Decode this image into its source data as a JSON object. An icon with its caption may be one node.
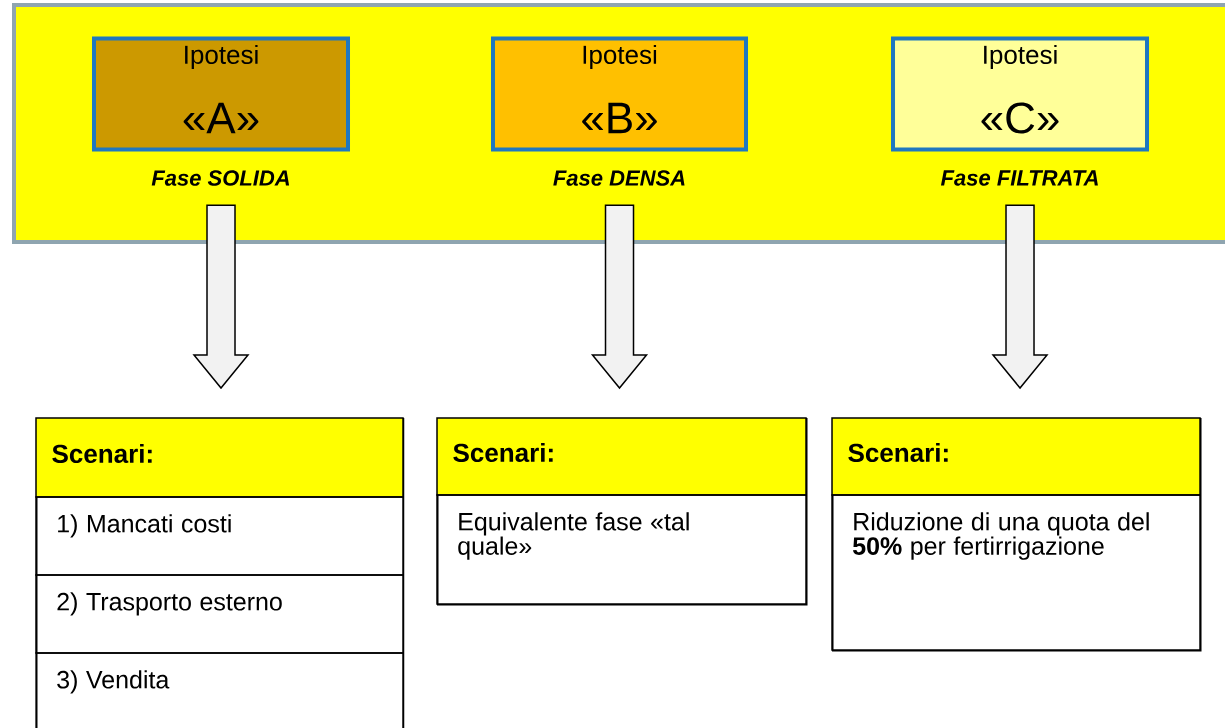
{
  "diagram": {
    "nodes": [
      {
        "text": [],
        "shape": "box"
      },
      {
        "text": [
          "Ipotesi",
          "«A»"
        ],
        "beside": [
          "Fase SOLIDA"
        ],
        "in": 0
      },
      {
        "text": [
          "Ipotesi",
          "«B»"
        ],
        "beside": [
          "Fase DENSA"
        ],
        "in": 0
      },
      {
        "text": [
          "Ipotesi",
          "«C»"
        ],
        "beside": [
          "Fase FILTRATA"
        ],
        "in": 0
      },
      {
        "text": [
          "Scenari:",
          "1) Mancati costi",
          "2) Trasporto esterno",
          "3) Vendita"
        ]
      },
      {
        "text": [
          "Scenari:",
          "Equivalente fase «tal quale»"
        ]
      },
      {
        "text": [
          "Scenari:",
          "Riduzione di una quota del **50%** per fertirrigazione"
        ]
      }
    ],
    "edges": [
      {
        "from": 1,
        "to": 4,
        "arrow": "to"
      },
      {
        "from": 2,
        "to": 5,
        "arrow": "to"
      },
      {
        "from": 3,
        "to": 6,
        "arrow": "to"
      }
    ]
  }
}
